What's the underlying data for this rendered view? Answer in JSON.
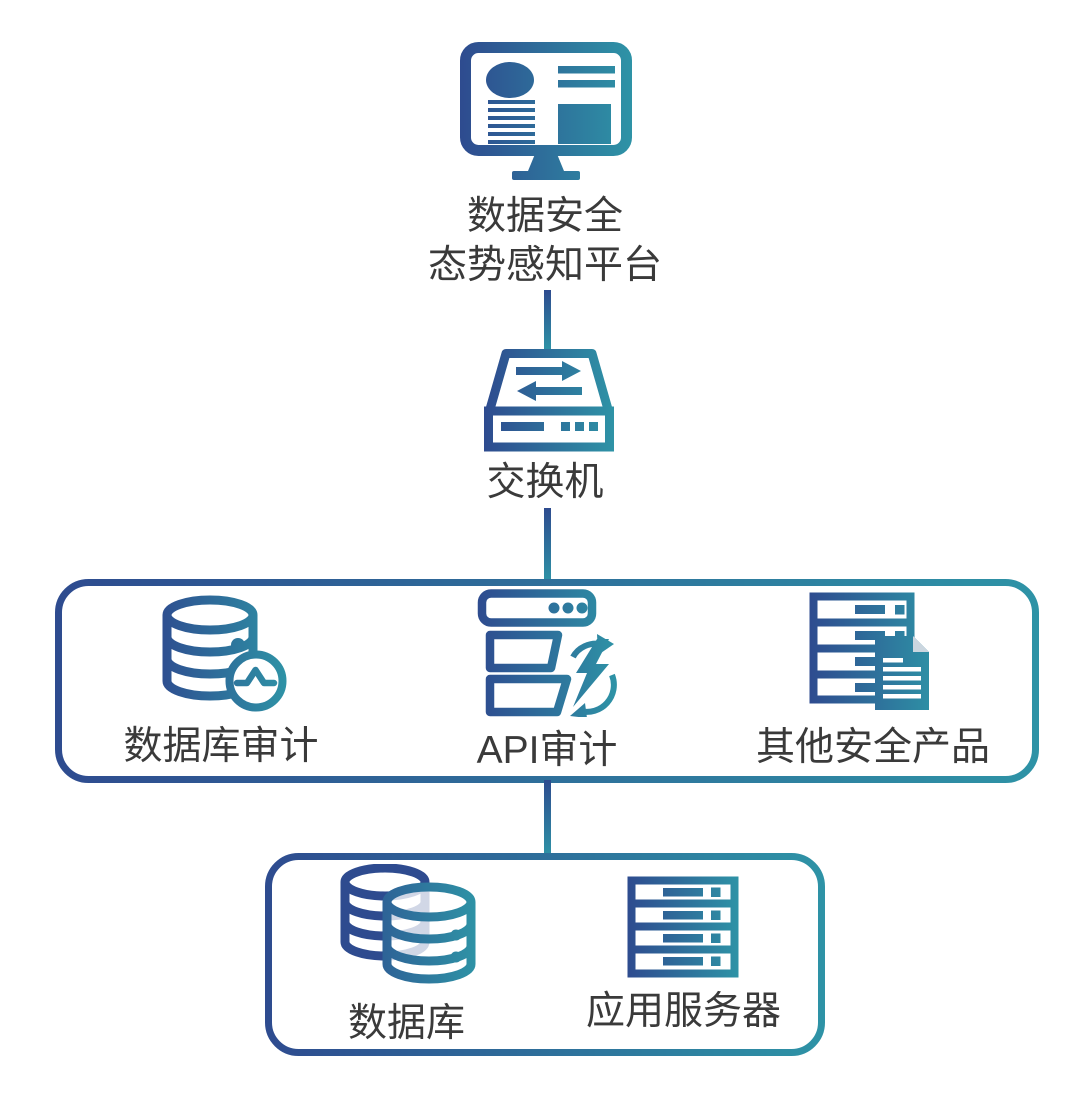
{
  "nodes": {
    "platform": {
      "label": "数据安全\n态势感知平台",
      "icon": "monitor-dashboard-icon"
    },
    "switch": {
      "label": "交换机",
      "icon": "network-switch-icon"
    }
  },
  "security_box": {
    "items": [
      {
        "label": "数据库审计",
        "icon": "database-audit-icon"
      },
      {
        "label": "API审计",
        "icon": "api-audit-icon"
      },
      {
        "label": "其他安全产品",
        "icon": "server-document-icon"
      }
    ]
  },
  "infra_box": {
    "items": [
      {
        "label": "数据库",
        "icon": "database-stack-icon"
      },
      {
        "label": "应用服务器",
        "icon": "application-server-icon"
      }
    ]
  },
  "colors": {
    "gradient_start": "#2E4B8F",
    "gradient_end": "#2E93A6",
    "text": "#3A3A3A"
  }
}
